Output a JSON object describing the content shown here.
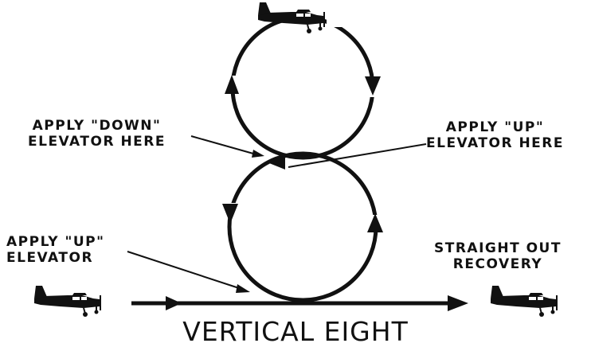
{
  "labels": {
    "apply_down_line1": "APPLY \"DOWN\"",
    "apply_down_line2": "ELEVATOR HERE",
    "apply_up_mid_line1": "APPLY \"UP\"",
    "apply_up_mid_line2": "ELEVATOR HERE",
    "apply_up_bottom_line1": "APPLY \"UP\"",
    "apply_up_bottom_line2": "ELEVATOR",
    "recovery_line1": "STRAIGHT OUT",
    "recovery_line2": "RECOVERY"
  },
  "title": "VERTICAL EIGHT",
  "colors": {
    "ink": "#111111",
    "background": "#ffffff"
  },
  "icons": [
    "airplane-icon",
    "arrow-icon"
  ]
}
